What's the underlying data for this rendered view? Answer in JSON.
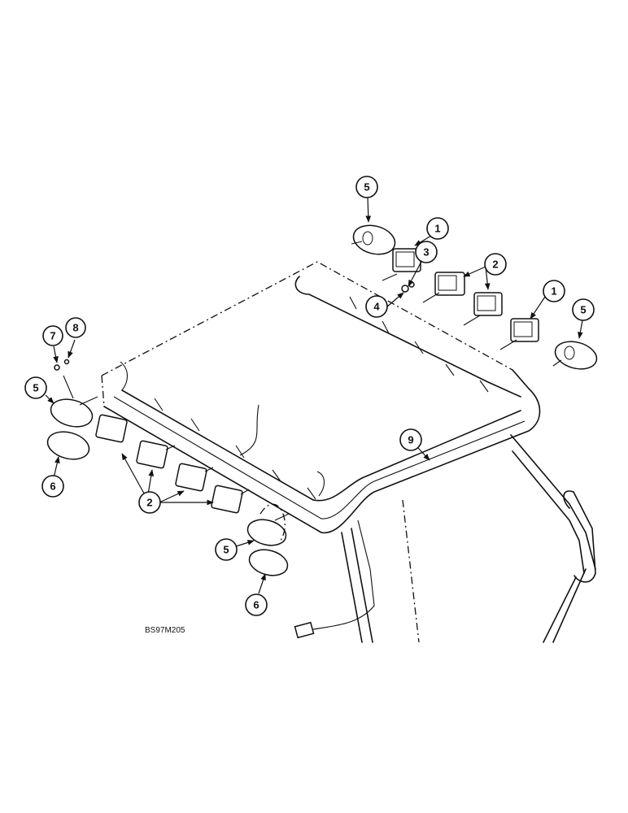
{
  "diagram": {
    "drawing_code": "BS97M205",
    "callouts": [
      "1",
      "2",
      "3",
      "4",
      "5",
      "6",
      "7",
      "8",
      "9"
    ]
  }
}
